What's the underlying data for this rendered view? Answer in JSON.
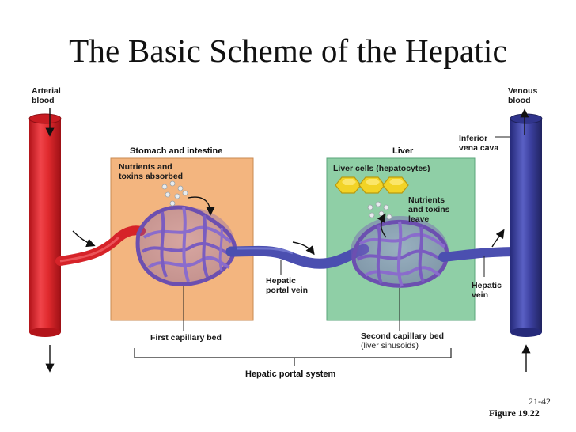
{
  "title": "The Basic Scheme of the Hepatic",
  "labels": {
    "arterial_line1": "Arterial",
    "arterial_line2": "blood",
    "venous_line1": "Venous",
    "venous_line2": "blood",
    "ivc_line1": "Inferior",
    "ivc_line2": "vena cava",
    "stomach_header": "Stomach and intestine",
    "liver_header": "Liver",
    "nutrients_absorbed_line1": "Nutrients and",
    "nutrients_absorbed_line2": "toxins absorbed",
    "hepatocytes": "Liver cells (hepatocytes)",
    "nutrients_leave_line1": "Nutrients",
    "nutrients_leave_line2": "and toxins",
    "nutrients_leave_line3": "leave",
    "portal_vein_line1": "Hepatic",
    "portal_vein_line2": "portal vein",
    "hepatic_vein_line1": "Hepatic",
    "hepatic_vein_line2": "vein",
    "first_capillary_bed": "First capillary bed",
    "second_capillary_bed_line1": "Second capillary bed",
    "second_capillary_bed_line2": "(liver sinusoids)",
    "portal_system": "Hepatic portal system"
  },
  "footer": {
    "slide_number": "21-42",
    "figure": "Figure 19.22"
  },
  "colors": {
    "artery": "#e02a2e",
    "vein": "#3b3f9e",
    "capillary": "#7b5fb8",
    "stomach_panel": "#f3b57f",
    "liver_panel": "#8fcfa6",
    "hepatocyte": "#f2d326"
  }
}
